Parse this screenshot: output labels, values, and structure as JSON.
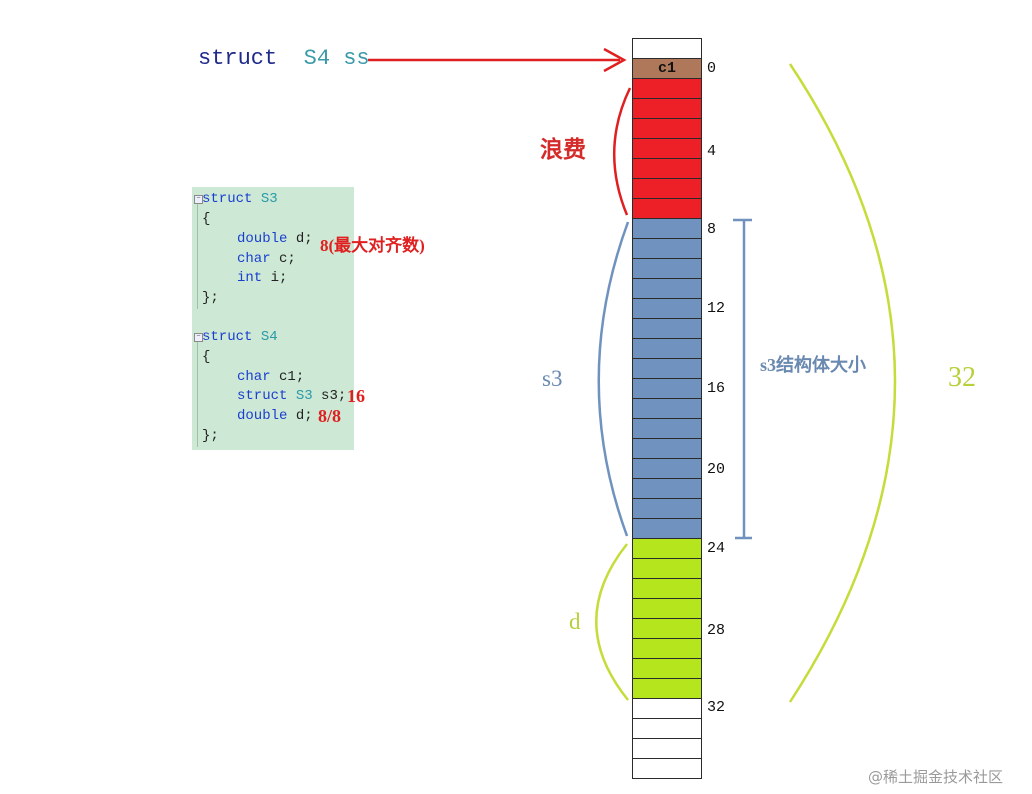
{
  "declaration": {
    "prefix": "struct",
    "type_name": "S4",
    "var_name": "ss"
  },
  "code": {
    "lines": [
      "struct S3",
      "{",
      "double d;",
      "char c;",
      "int i;",
      "};",
      "",
      "struct S4",
      "{",
      "char c1;",
      "struct S3 s3;",
      "double d;",
      "};"
    ],
    "annotations": {
      "max_align": "8(最大对齐数)",
      "s3_size": "16",
      "d_align": "8/8"
    }
  },
  "memory": {
    "cells": [
      {
        "label": "",
        "color": "#ffffff"
      },
      {
        "label": "c1",
        "color": "#b0785a"
      },
      {
        "label": "",
        "color": "#ee2027"
      },
      {
        "label": "",
        "color": "#ee2027"
      },
      {
        "label": "",
        "color": "#ee2027"
      },
      {
        "label": "",
        "color": "#ee2027"
      },
      {
        "label": "",
        "color": "#ee2027"
      },
      {
        "label": "",
        "color": "#ee2027"
      },
      {
        "label": "",
        "color": "#ee2027"
      },
      {
        "label": "",
        "color": "#7092be"
      },
      {
        "label": "",
        "color": "#7092be"
      },
      {
        "label": "",
        "color": "#7092be"
      },
      {
        "label": "",
        "color": "#7092be"
      },
      {
        "label": "",
        "color": "#7092be"
      },
      {
        "label": "",
        "color": "#7092be"
      },
      {
        "label": "",
        "color": "#7092be"
      },
      {
        "label": "",
        "color": "#7092be"
      },
      {
        "label": "",
        "color": "#7092be"
      },
      {
        "label": "",
        "color": "#7092be"
      },
      {
        "label": "",
        "color": "#7092be"
      },
      {
        "label": "",
        "color": "#7092be"
      },
      {
        "label": "",
        "color": "#7092be"
      },
      {
        "label": "",
        "color": "#7092be"
      },
      {
        "label": "",
        "color": "#7092be"
      },
      {
        "label": "",
        "color": "#7092be"
      },
      {
        "label": "",
        "color": "#b5e61d"
      },
      {
        "label": "",
        "color": "#b5e61d"
      },
      {
        "label": "",
        "color": "#b5e61d"
      },
      {
        "label": "",
        "color": "#b5e61d"
      },
      {
        "label": "",
        "color": "#b5e61d"
      },
      {
        "label": "",
        "color": "#b5e61d"
      },
      {
        "label": "",
        "color": "#b5e61d"
      },
      {
        "label": "",
        "color": "#b5e61d"
      },
      {
        "label": "",
        "color": "#ffffff"
      },
      {
        "label": "",
        "color": "#ffffff"
      },
      {
        "label": "",
        "color": "#ffffff"
      },
      {
        "label": "",
        "color": "#ffffff"
      }
    ],
    "offsets": [
      "0",
      "4",
      "8",
      "12",
      "16",
      "20",
      "24",
      "28",
      "32"
    ]
  },
  "labels": {
    "waste": "浪费",
    "s3": "s3",
    "s3_size": "s3结构体大小",
    "d": "d",
    "total": "32"
  },
  "colors": {
    "red": "#e02020",
    "blue": "#7092be",
    "green": "#b5e61d",
    "brace_green": "#c6dc3a",
    "brown": "#b0785a"
  },
  "watermark": "@稀土掘金技术社区"
}
